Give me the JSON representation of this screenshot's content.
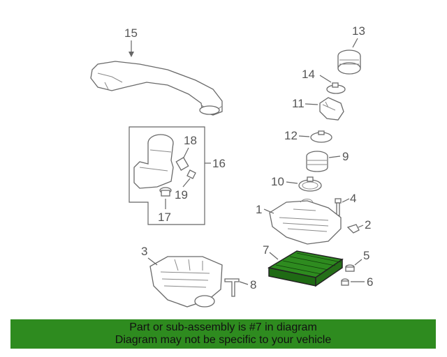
{
  "callouts": {
    "c1": "1",
    "c2": "2",
    "c3": "3",
    "c4": "4",
    "c5": "5",
    "c6": "6",
    "c7": "7",
    "c8": "8",
    "c9": "9",
    "c10": "10",
    "c11": "11",
    "c12": "12",
    "c13": "13",
    "c14": "14",
    "c15": "15",
    "c16": "16",
    "c17": "17",
    "c18": "18",
    "c19": "19"
  },
  "highlighted_part": "7",
  "colors": {
    "banner": "#2e8b1f",
    "highlight": "#2e8b1f"
  },
  "banner": {
    "line1": "Part or sub-assembly is #7 in diagram",
    "line2": "Diagram may not be specific to your vehicle"
  }
}
